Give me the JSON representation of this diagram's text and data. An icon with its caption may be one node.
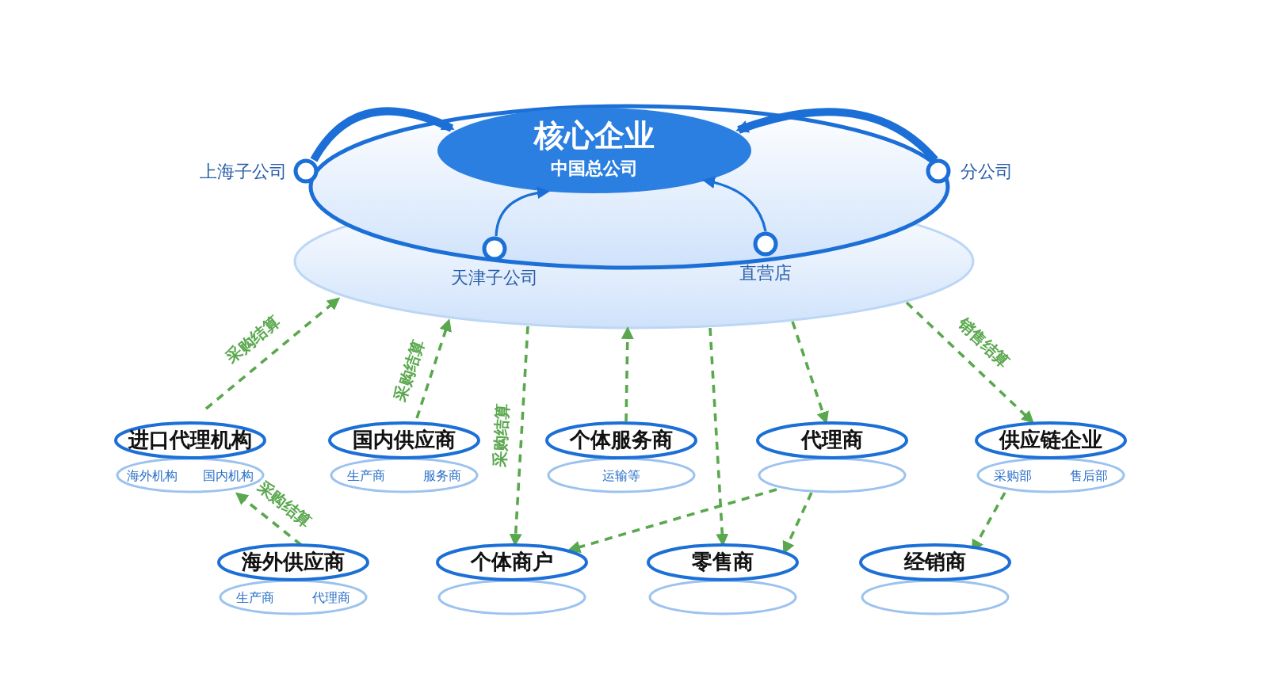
{
  "diagram": {
    "nodes": [
      {
        "text": [],
        "shape": "ellipse"
      },
      {
        "text": [
          "核心企业",
          "中国总公司"
        ],
        "in": 0
      },
      {
        "text": [
          "上海子公司"
        ]
      },
      {
        "text": [
          "分公司"
        ]
      },
      {
        "text": [
          "天津子公司"
        ],
        "in": 0
      },
      {
        "text": [
          "直营店"
        ],
        "in": 0
      },
      {
        "text": [
          "进口代理机构",
          "海外机构",
          "国内机构"
        ]
      },
      {
        "text": [
          "国内供应商",
          "生产商",
          "服务商"
        ]
      },
      {
        "text": [
          "个体服务商",
          "运输等"
        ]
      },
      {
        "text": [
          "代理商"
        ]
      },
      {
        "text": [
          "供应链企业",
          "采购部",
          "售后部"
        ]
      },
      {
        "text": [
          "海外供应商",
          "生产商",
          "代理商"
        ]
      },
      {
        "text": [
          "个体商户"
        ]
      },
      {
        "text": [
          "零售商"
        ]
      },
      {
        "text": [
          "经销商"
        ]
      }
    ],
    "edges": [
      {
        "from": 2,
        "to": 1,
        "arrow": "to",
        "style": "thick",
        "color": "#1b6fd6"
      },
      {
        "from": 3,
        "to": 1,
        "arrow": "to",
        "style": "thick",
        "color": "#1b6fd6"
      },
      {
        "from": 4,
        "to": 1,
        "arrow": "to",
        "color": "#1b6fd6"
      },
      {
        "from": 5,
        "to": 1,
        "arrow": "to",
        "color": "#1b6fd6"
      },
      {
        "from": 6,
        "to": 0,
        "arrow": "to",
        "label": "采购结算",
        "style": "dashed"
      },
      {
        "from": 7,
        "to": 0,
        "arrow": "to",
        "label": "采购结算",
        "style": "dashed"
      },
      {
        "from": 0,
        "to": 12,
        "arrow": "to",
        "label": "采购结算",
        "style": "dashed"
      },
      {
        "from": 8,
        "to": 0,
        "arrow": "to",
        "style": "dashed"
      },
      {
        "from": 0,
        "to": 13,
        "arrow": "to",
        "style": "dashed"
      },
      {
        "from": 0,
        "to": 9,
        "arrow": "to",
        "style": "dashed"
      },
      {
        "from": 0,
        "to": 10,
        "arrow": "to",
        "label": "销售结算",
        "style": "dashed"
      },
      {
        "from": 11,
        "to": 6,
        "arrow": "to",
        "label": "采购结算",
        "style": "dashed"
      },
      {
        "from": 9,
        "to": 12,
        "arrow": "to",
        "style": "dashed"
      },
      {
        "from": 9,
        "to": 13,
        "arrow": "to",
        "style": "dashed"
      },
      {
        "from": 10,
        "to": 14,
        "arrow": "to",
        "style": "dashed"
      }
    ]
  }
}
